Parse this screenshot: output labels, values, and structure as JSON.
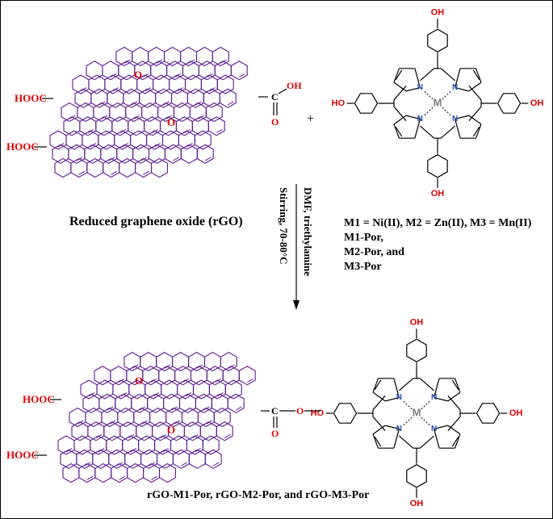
{
  "colors": {
    "graphene": "#5b1a95",
    "oxygen": "#e00000",
    "nitrogen": "#1f4fb5",
    "metal": "#808080",
    "bond": "#000000"
  },
  "reactant_rgo": {
    "caption": "Reduced graphene oxide (rGO)",
    "groups": {
      "cooh_left_top": "HOOC",
      "cooh_left_bottom": "HOOC",
      "acid_oh": "OH",
      "acid_o": "O",
      "epoxy_top": "O",
      "epoxy_mid": "O"
    }
  },
  "plus_sign": "+",
  "porphyrin": {
    "metal": "M",
    "n_label": "N",
    "oh_label": "HO",
    "oh_label_right": "OH",
    "note_line1": "M1 = Ni(II), M2 = Zn(II), M3 = Mn(II)",
    "note_line2": "M1-Por,",
    "note_line3": "M2-Por, and",
    "note_line4": "M3-Por"
  },
  "conditions": {
    "line1": "DMF, triethylamine",
    "line2": "Stirring, 70-80°C"
  },
  "product": {
    "caption": "rGO-M1-Por, rGO-M2-Por, and rGO-M3-Por",
    "ester_o": "O",
    "carbonyl_o": "O",
    "cooh_top": "HOOC",
    "cooh_bottom": "HOOC",
    "epoxy_top": "O",
    "epoxy_mid": "O"
  }
}
